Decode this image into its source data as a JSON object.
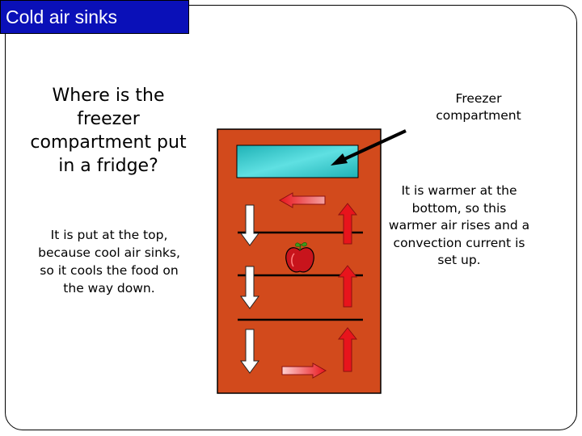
{
  "title": "Cold air sinks",
  "question": "Where is the freezer compartment put in a fridge?",
  "answer": "It is put at the top, because  cool air sinks, so it cools the food on the way down.",
  "freezer_label": "Freezer compartment",
  "warm_explanation": "It is warmer at the bottom, so this warmer air rises and a convection current is set up.",
  "colors": {
    "fridge": "#d24a1c",
    "freezer": "#2bc4c9",
    "title_bg": "#0a10b8",
    "down_arrow": "#ffffff",
    "up_arrow": "#e8141c",
    "apple": "#c8141c"
  },
  "icons": [
    "down-arrow-icon",
    "up-arrow-icon",
    "left-arrow-icon",
    "right-arrow-icon",
    "apple-icon",
    "pointer-arrow-icon"
  ]
}
